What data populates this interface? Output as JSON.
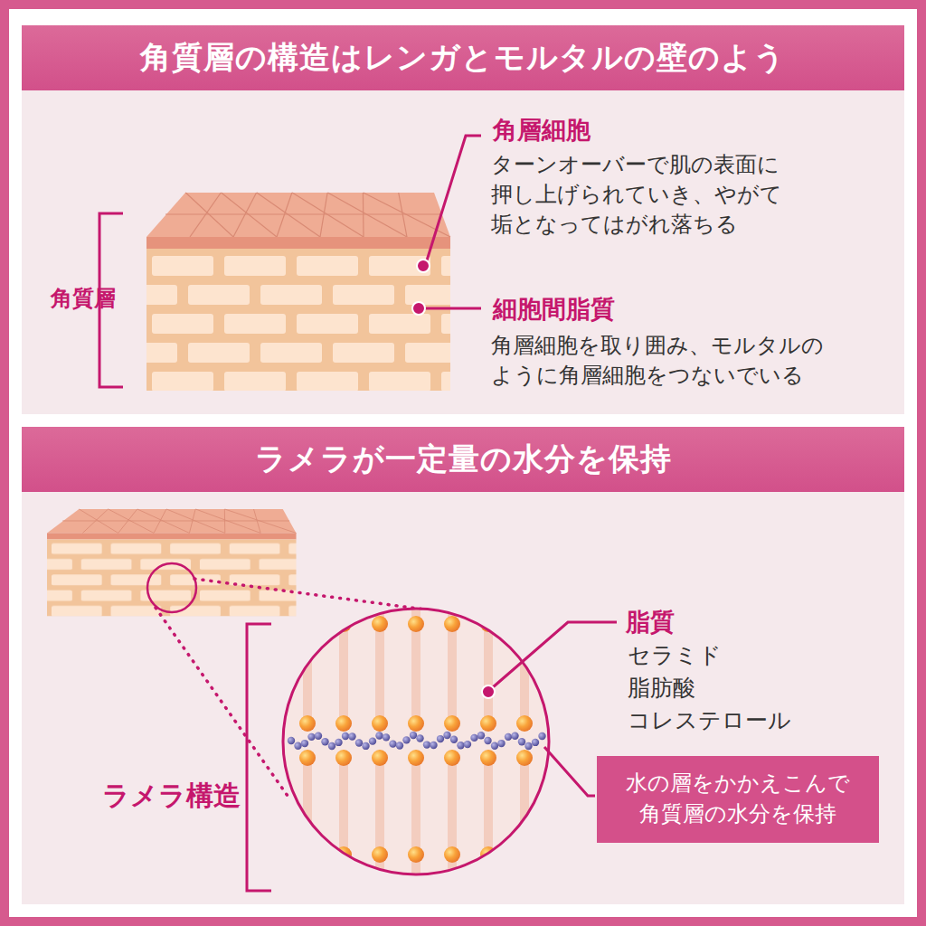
{
  "diagram": {
    "nodes": [
      {
        "text": [
          "角質層の構造はレンガとモルタルの壁のよう"
        ]
      },
      {
        "text": [
          "ラメラが一定量の水分を保持"
        ]
      },
      {
        "text": [
          "水の層をかかえこんで 角質層の水分を保持"
        ]
      }
    ],
    "labels": [
      "角質層",
      "角層細胞",
      "ターンオーバーで肌の表面に 押し上げられていき、やがて 垢となってはがれ落ちる",
      "細胞間脂質",
      "角層細胞を取り囲み、モルタルの ように角層細胞をつないでいる",
      "ラメラ構造",
      "脂質",
      "セラミド",
      "脂肪酸",
      "コレステロール"
    ]
  }
}
